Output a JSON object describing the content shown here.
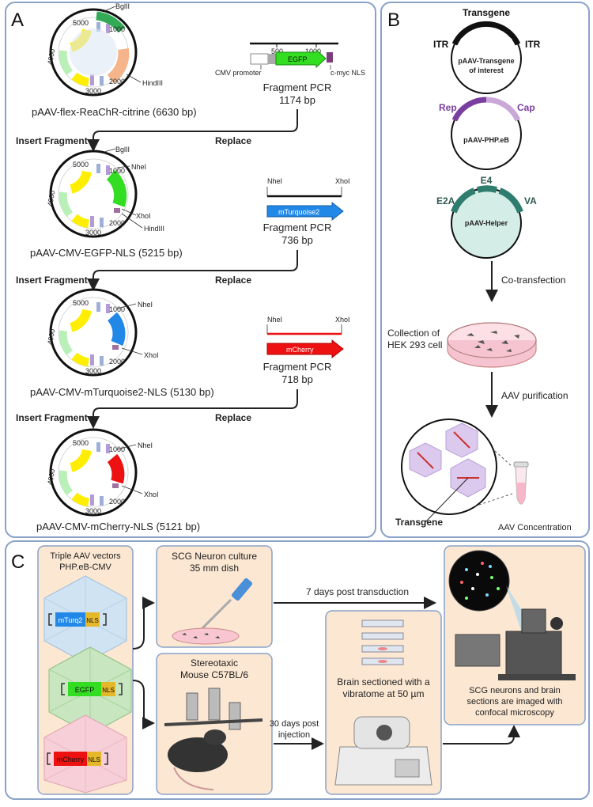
{
  "panel_a": {
    "letter": "A",
    "plasmids": [
      {
        "name": "pAAV-flex-ReaChR-citrine (6630 bp)",
        "sites": [
          "BglII",
          "HindIII"
        ]
      },
      {
        "name": "pAAV-CMV-EGFP-NLS (5215 bp)",
        "sites": [
          "BglII",
          "NheI",
          "XhoI",
          "HindIII"
        ]
      },
      {
        "name": "pAAV-CMV-mTurquoise2-NLS (5130 bp)",
        "sites": [
          "NheI",
          "XhoI"
        ]
      },
      {
        "name": "pAAV-CMV-mCherry-NLS (5121 bp)",
        "sites": [
          "NheI",
          "XhoI"
        ]
      }
    ],
    "scale_labels": [
      "1000",
      "2000",
      "3000",
      "4000",
      "5000"
    ],
    "insert_label": "Insert Fragment",
    "replace_label": "Replace",
    "fragment1": {
      "ticks": [
        "500",
        "1000"
      ],
      "gene": "EGFP",
      "promoter": "CMV promoter",
      "nls": "c-myc NLS",
      "title": "Fragment PCR",
      "size": "1174 bp"
    },
    "fragment2": {
      "left_site": "NheI",
      "right_site": "XhoI",
      "gene": "mTurquoise2",
      "title": "Fragment PCR",
      "size": "736 bp"
    },
    "fragment3": {
      "left_site": "NheI",
      "right_site": "XhoI",
      "gene": "mCherry",
      "title": "Fragment PCR",
      "size": "718 bp"
    }
  },
  "panel_b": {
    "letter": "B",
    "transgene_header": "Transgene",
    "itr_left": "ITR",
    "itr_right": "ITR",
    "p1_label_1": "pAAV-Transgene",
    "p1_label_2": "of interest",
    "rep": "Rep",
    "cap": "Cap",
    "p2_label": "pAAV-PHP.eB",
    "e4": "E4",
    "e2a": "E2A",
    "va": "VA",
    "p3_label": "pAAV-Helper",
    "cotransfection": "Co-transfection",
    "collection_1": "Collection of",
    "collection_2": "HEK 293 cell",
    "purification": "AAV purification",
    "transgene": "Transgene",
    "concentration": "AAV Concentration"
  },
  "panel_c": {
    "letter": "C",
    "vectors_title_1": "Triple AAV vectors",
    "vectors_title_2": "PHP.eB-CMV",
    "vectors": [
      {
        "gene": "mTurq2",
        "nls": "NLS"
      },
      {
        "gene": "EGFP",
        "nls": "NLS"
      },
      {
        "gene": "mCherry",
        "nls": "NLS"
      }
    ],
    "culture_1": "SCG Neuron culture",
    "culture_2": "35 mm dish",
    "days7": "7 days post transduction",
    "stereo_1": "Stereotaxic",
    "stereo_2": "Mouse C57BL/6",
    "days30_1": "30 days post",
    "days30_2": "injection",
    "brain_1": "Brain sectioned with a",
    "brain_2": "vibratome at 50 µm",
    "scg_1": "SCG neurons and brain",
    "scg_2": "sections are imaged with",
    "scg_3": "confocal microscopy"
  },
  "colors": {
    "panel_border": "#8aa2c8",
    "beige": "#fbe7d2",
    "egfp": "#33dd22",
    "mturquoise": "#2288e8",
    "mcherry": "#ee1111",
    "rep_cap": "#7a3e9e",
    "helper": "#2e7d6e"
  }
}
